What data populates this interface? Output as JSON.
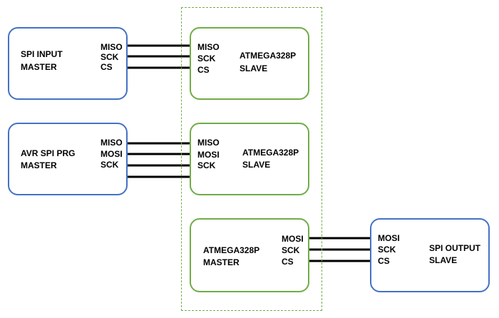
{
  "colors": {
    "master_border": "#4472c4",
    "slave_border": "#70ad47",
    "wire": "#000000"
  },
  "blocks": {
    "spi_input": {
      "name": "SPI INPUT",
      "role": "MASTER",
      "pins": [
        "MISO",
        "SCK",
        "CS"
      ]
    },
    "slave1": {
      "name": "ATMEGA328P",
      "role": "SLAVE",
      "pins": [
        "MISO",
        "SCK",
        "CS"
      ]
    },
    "avr_prg": {
      "name": "AVR SPI PRG",
      "role": "MASTER",
      "pins": [
        "MISO",
        "MOSI",
        "SCK"
      ]
    },
    "slave2": {
      "name": "ATMEGA328P",
      "role": "SLAVE",
      "pins": [
        "MISO",
        "MOSI",
        "SCK"
      ]
    },
    "master3": {
      "name": "ATMEGA328P",
      "role": "MASTER",
      "pins": [
        "MOSI",
        "SCK",
        "CS"
      ]
    },
    "spi_output": {
      "name": "SPI OUTPUT",
      "role": "SLAVE",
      "pins": [
        "MOSI",
        "SCK",
        "CS"
      ]
    }
  }
}
